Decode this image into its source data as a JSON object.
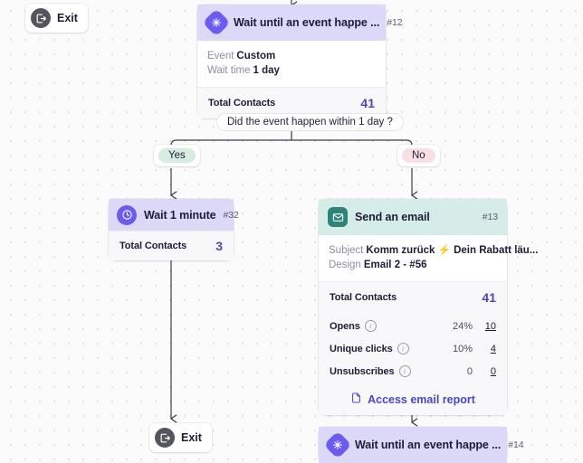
{
  "canvas": {
    "background_color": "#fbfbfc",
    "dot_color": "#e2e2e6"
  },
  "nodes": [
    {
      "id": "exit-top",
      "type": "exit",
      "icon": "exit-icon",
      "label": "Exit"
    },
    {
      "id": "wait-event-12",
      "type": "wait-until-event",
      "icon": "snowflake-icon",
      "title": "Wait until an event happe ...",
      "node_id": "#12",
      "accent_color": "#6a5cf0",
      "header_color": "#dcd9f8",
      "properties": [
        {
          "key": "Event",
          "value": "Custom"
        },
        {
          "key": "Wait time",
          "value": "1 day"
        }
      ],
      "totals_label": "Total Contacts",
      "totals_value": "41"
    },
    {
      "id": "wait-1-minute-32",
      "type": "wait",
      "icon": "clock-icon",
      "title": "Wait 1 minute",
      "node_id": "#32",
      "accent_color": "#6a5cf0",
      "header_color": "#dcd9f8",
      "totals_label": "Total Contacts",
      "totals_value": "3"
    },
    {
      "id": "send-email-13",
      "type": "send-email",
      "icon": "envelope-icon",
      "title": "Send an email",
      "node_id": "#13",
      "accent_color": "#2f8378",
      "header_color": "#d6ece8",
      "properties": [
        {
          "key": "Subject",
          "value": "Komm zurück ⚡ Dein Rabatt läu..."
        },
        {
          "key": "Design",
          "value": "Email 2 - #56"
        }
      ],
      "totals_label": "Total Contacts",
      "totals_value": "41",
      "stats": [
        {
          "name": "Opens",
          "percent": "24%",
          "count": "10"
        },
        {
          "name": "Unique clicks",
          "percent": "10%",
          "count": "4"
        },
        {
          "name": "Unsubscribes",
          "percent": "0",
          "count": "0"
        }
      ],
      "report_link": "Access email report",
      "report_icon": "document-icon"
    },
    {
      "id": "exit-bottom",
      "type": "exit",
      "icon": "exit-icon",
      "label": "Exit"
    },
    {
      "id": "wait-event-14",
      "type": "wait-until-event",
      "icon": "snowflake-icon",
      "title": "Wait until an event happe ...",
      "node_id": "#14",
      "accent_color": "#6a5cf0",
      "header_color": "#dcd9f8"
    }
  ],
  "condition": {
    "question": "Did the event happen within 1 day ?",
    "branches": [
      {
        "label": "Yes",
        "color": "#d6ece1"
      },
      {
        "label": "No",
        "color": "#f7dfe4"
      }
    ]
  }
}
